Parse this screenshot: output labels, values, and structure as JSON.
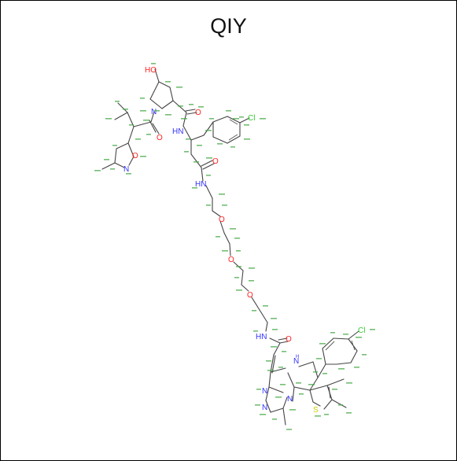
{
  "title": "QIY",
  "colors": {
    "carbon_bond": "#444444",
    "oxygen": "#ff2222",
    "nitrogen": "#3333ff",
    "chlorine": "#33cc33",
    "sulfur": "#cccc00",
    "atom_name": "#44aa44"
  },
  "atoms": {
    "ho": "HO",
    "n_pro": "N",
    "o_pro": "O",
    "hn_top": "HN",
    "cl_top": "Cl",
    "o_val": "O",
    "o_isox": "O",
    "n_isox": "N",
    "o_amide": "O",
    "hn_mid": "HN",
    "o_peg1": "O",
    "o_peg2": "O",
    "o_peg3": "O",
    "hn_low": "HN",
    "o_low": "O",
    "n_diaz": "N",
    "n_tri1": "N",
    "n_tri2": "N",
    "n_tri3": "N",
    "s_thio": "S",
    "cl_low": "Cl"
  }
}
